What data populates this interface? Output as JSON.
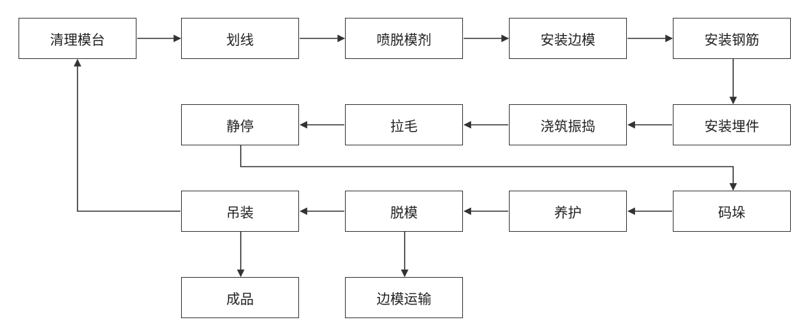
{
  "diagram": {
    "stroke_color": "#333333",
    "nodes": {
      "clean_bed": "清理模台",
      "marking": "划线",
      "spray_release": "喷脱模剂",
      "install_side_forms": "安装边模",
      "install_rebar": "安装钢筋",
      "install_embeds": "安装埋件",
      "pour_vibrate": "浇筑振捣",
      "roughen": "拉毛",
      "rest": "静停",
      "stack": "码垛",
      "curing": "养护",
      "demold": "脱模",
      "lifting": "吊装",
      "finished": "成品",
      "side_form_transport": "边模运输"
    },
    "edges": [
      [
        "clean_bed",
        "marking"
      ],
      [
        "marking",
        "spray_release"
      ],
      [
        "spray_release",
        "install_side_forms"
      ],
      [
        "install_side_forms",
        "install_rebar"
      ],
      [
        "install_rebar",
        "install_embeds"
      ],
      [
        "install_embeds",
        "pour_vibrate"
      ],
      [
        "pour_vibrate",
        "roughen"
      ],
      [
        "roughen",
        "rest"
      ],
      [
        "rest",
        "stack"
      ],
      [
        "stack",
        "curing"
      ],
      [
        "curing",
        "demold"
      ],
      [
        "demold",
        "lifting"
      ],
      [
        "lifting",
        "finished"
      ],
      [
        "demold",
        "side_form_transport"
      ],
      [
        "lifting",
        "clean_bed"
      ]
    ]
  }
}
